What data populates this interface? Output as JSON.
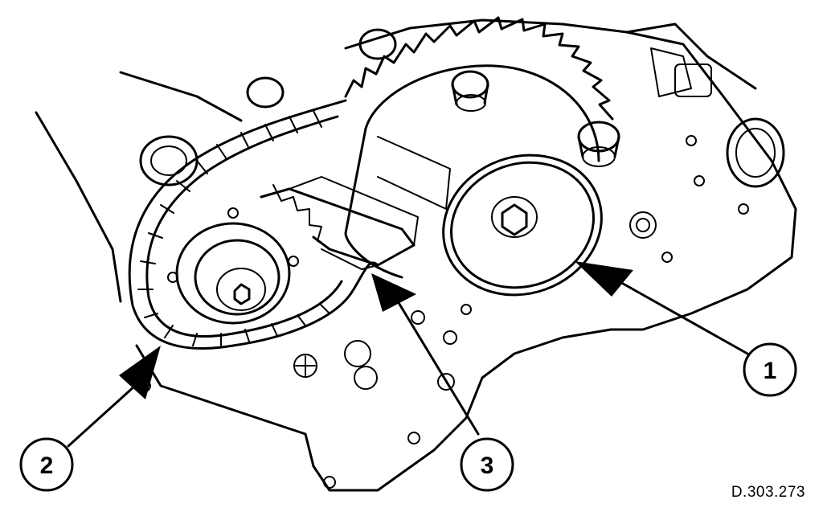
{
  "diagram": {
    "callouts": [
      {
        "label": "1"
      },
      {
        "label": "2"
      },
      {
        "label": "3"
      }
    ],
    "reference_code": "D.303.273",
    "line_color": "#000000",
    "background": "#ffffff"
  }
}
